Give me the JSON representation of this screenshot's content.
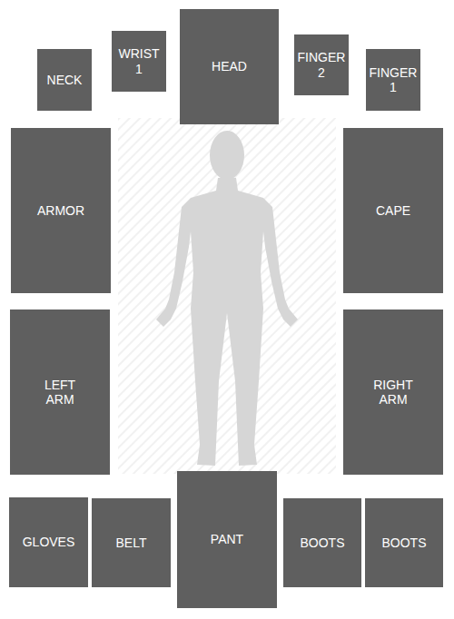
{
  "diagram": {
    "nodes": [
      {
        "text": [
          "NECK"
        ]
      },
      {
        "text": [
          "WRIST 1"
        ]
      },
      {
        "text": [
          "HEAD"
        ]
      },
      {
        "text": [
          "FINGER 2"
        ]
      },
      {
        "text": [
          "FINGER 1"
        ]
      },
      {
        "text": [
          "ARMOR"
        ]
      },
      {
        "text": [
          "CAPE"
        ]
      },
      {
        "text": [
          "LEFT ARM"
        ]
      },
      {
        "text": [
          "RIGHT ARM"
        ]
      },
      {
        "text": [
          "GLOVES"
        ]
      },
      {
        "text": [
          "BELT"
        ]
      },
      {
        "text": [
          "PANT"
        ]
      },
      {
        "text": [
          "BOOTS"
        ]
      },
      {
        "text": [
          "BOOTS"
        ]
      }
    ]
  }
}
